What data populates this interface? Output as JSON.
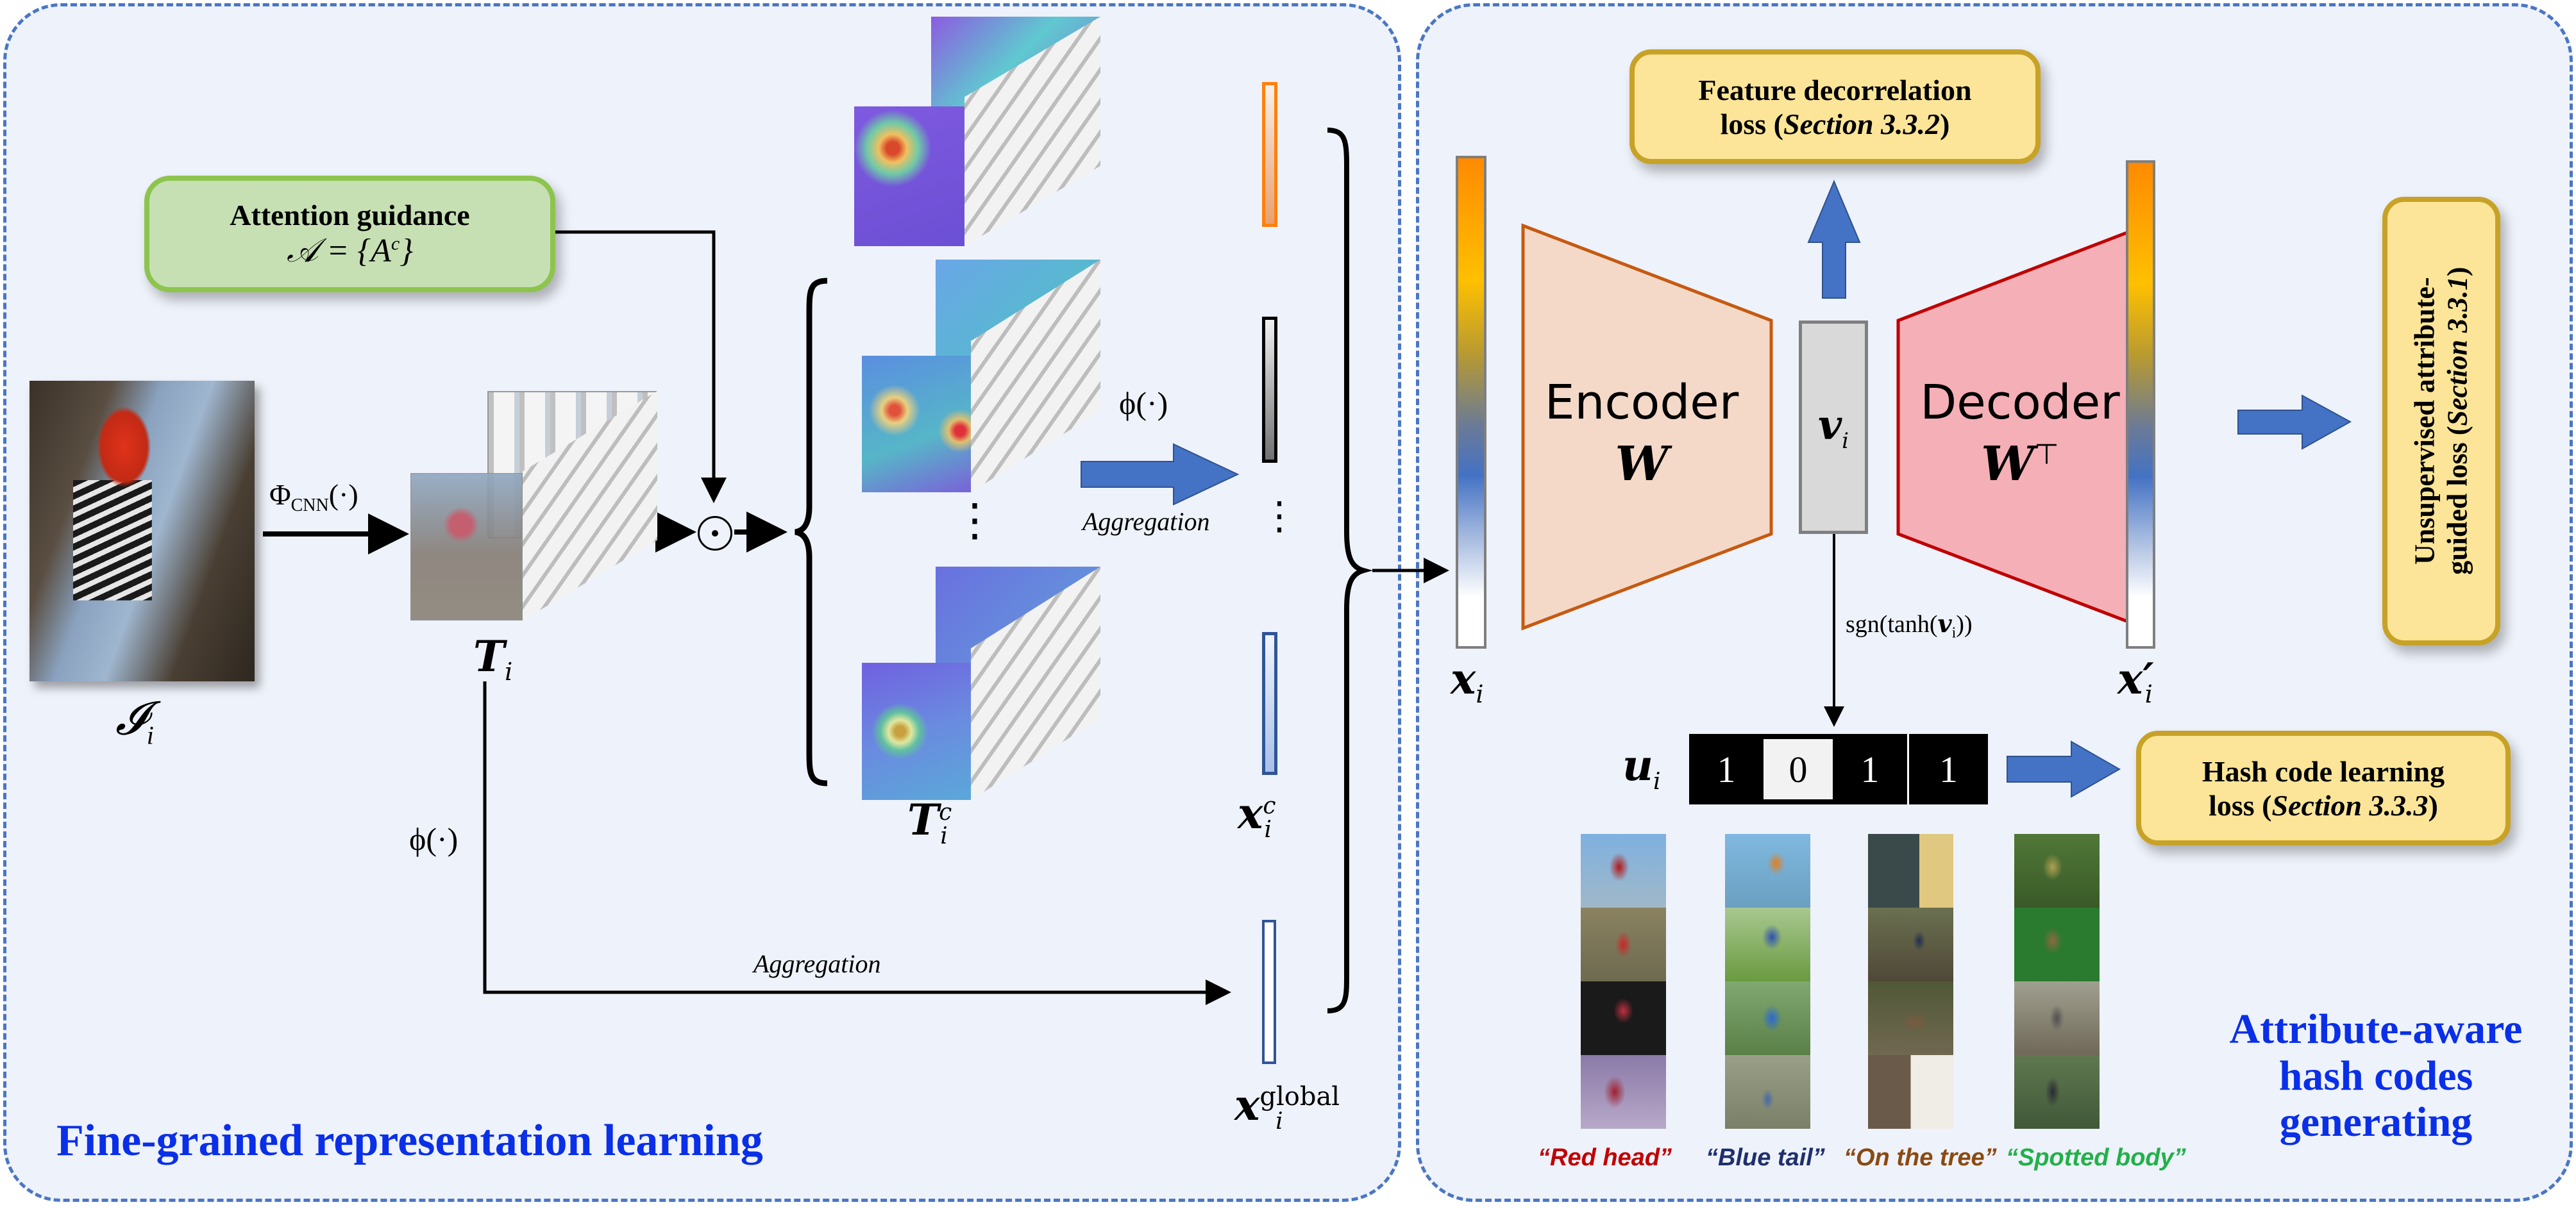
{
  "panels": {
    "left_title": "Fine-grained representation learning",
    "right_title_lines": [
      "Attribute-aware",
      "hash codes",
      "generating"
    ]
  },
  "attention_box": {
    "title": "Attention guidance",
    "formula": "𝒜 = {A",
    "formula_sup": "c",
    "formula_end": "}"
  },
  "labels": {
    "input_image": "𝓘",
    "input_image_sub": "i",
    "cnn_op": "Φ",
    "cnn_op_sub": "CNN",
    "cnn_op_arg": "(·)",
    "feature_map": "T",
    "feature_map_sub": "i",
    "hadamard": "⊙",
    "attended_map": "T",
    "attended_map_sup": "c",
    "attended_map_sub": "i",
    "phi_top": "ϕ(·)",
    "aggregation_top": "Aggregation",
    "phi_left": "ϕ(·)",
    "aggregation_bottom": "Aggregation",
    "dots": "⋮",
    "vec_c": "x",
    "vec_c_sup": "c",
    "vec_c_sub": "i",
    "vec_global": "x",
    "vec_global_sup": "global",
    "vec_global_sub": "i",
    "x_i": "x",
    "x_i_sub": "i",
    "x_prime": "x′",
    "x_prime_sub": "i",
    "sgn": "sgn(tanh(",
    "sgn_v": "v",
    "sgn_v_sub": "i",
    "sgn_end": "))",
    "u_i": "u",
    "u_i_sub": "i"
  },
  "encoder": {
    "title": "Encoder",
    "weight": "W"
  },
  "decoder": {
    "title": "Decoder",
    "weight": "W",
    "weight_sup": "⊤"
  },
  "bottleneck": {
    "label": "v",
    "sub": "i"
  },
  "losses": {
    "feature_decorrelation": {
      "line1": "Feature decorrelation",
      "line2_prefix": "loss (",
      "section": "Section 3.3.2",
      "line2_suffix": ")"
    },
    "unsupervised": {
      "line1": "Unsupervised attribute-",
      "line2_prefix": "guided loss (",
      "section": "Section 3.3.1",
      "line2_suffix": ")"
    },
    "hash_code": {
      "line1": "Hash code learning",
      "line2_prefix": "loss (",
      "section": "Section 3.3.3",
      "line2_suffix": ")"
    }
  },
  "hash_code": {
    "bits": [
      "1",
      "0",
      "1",
      "1"
    ]
  },
  "attributes": [
    {
      "label": "“Red head”",
      "color": "#c00000"
    },
    {
      "label": "“Blue tail”",
      "color": "#1f2f6e"
    },
    {
      "label": "“On the tree”",
      "color": "#8a4a12"
    },
    {
      "label": "“Spotted body”",
      "color": "#22b04a"
    }
  ],
  "colors": {
    "panel_border": "#4a76c4",
    "title_blue": "#0a2fe8",
    "arrow_blue": "#4472c4",
    "encoder_fill": "#f5d9c8",
    "encoder_stroke": "#c55a11",
    "decoder_fill": "#f4b0b6",
    "decoder_stroke": "#c00000"
  }
}
